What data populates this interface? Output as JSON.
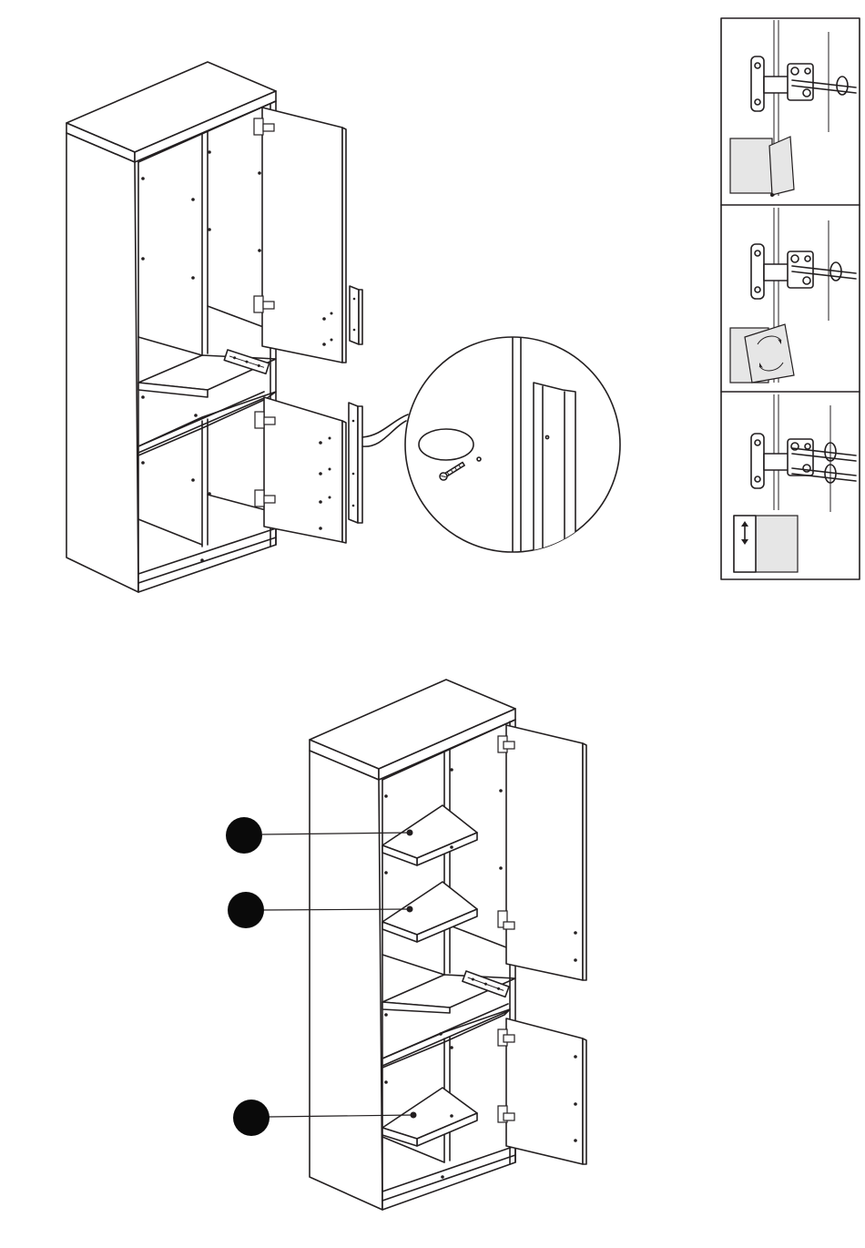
{
  "figure": {
    "step_a": {
      "description_visible_text": []
    },
    "adjustment_panels": [
      {
        "mode": "depth-adjust"
      },
      {
        "mode": "rotate-adjust"
      },
      {
        "mode": "height-adjust"
      }
    ],
    "step_b": {
      "shelf_markers": [
        {
          "label": ""
        },
        {
          "label": ""
        },
        {
          "label": ""
        }
      ]
    }
  }
}
